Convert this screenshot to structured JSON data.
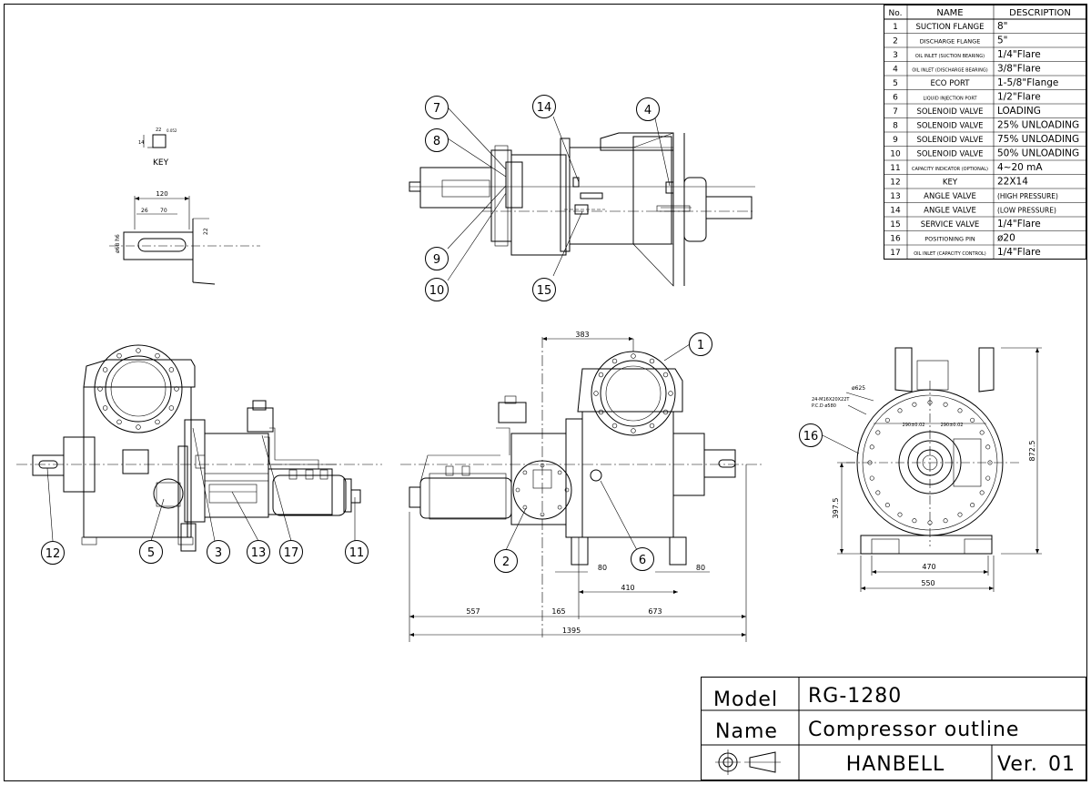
{
  "parts_table": {
    "headers": [
      "No.",
      "NAME",
      "DESCRIPTION"
    ],
    "rows": [
      {
        "no": "1",
        "name": "SUCTION FLANGE",
        "desc": "8\""
      },
      {
        "no": "2",
        "name": "DISCHARGE FLANGE",
        "desc": "5\""
      },
      {
        "no": "3",
        "name": "OIL INLET (SUCTION BEARING)",
        "desc": "1/4\"Flare"
      },
      {
        "no": "4",
        "name": "OIL INLET (DISCHARGE BEARING)",
        "desc": "3/8\"Flare"
      },
      {
        "no": "5",
        "name": "ECO PORT",
        "desc": "1-5/8\"Flange"
      },
      {
        "no": "6",
        "name": "LIQUID INJECTION PORT",
        "desc": "1/2\"Flare"
      },
      {
        "no": "7",
        "name": "SOLENOID VALVE",
        "desc": "LOADING"
      },
      {
        "no": "8",
        "name": "SOLENOID VALVE",
        "desc": "25% UNLOADING"
      },
      {
        "no": "9",
        "name": "SOLENOID VALVE",
        "desc": "75% UNLOADING"
      },
      {
        "no": "10",
        "name": "SOLENOID VALVE",
        "desc": "50% UNLOADING"
      },
      {
        "no": "11",
        "name": "CAPACITY INDICATOR (OPTIONAL)",
        "desc": "4~20 mA"
      },
      {
        "no": "12",
        "name": "KEY",
        "desc": "22X14"
      },
      {
        "no": "13",
        "name": "ANGLE VALVE",
        "desc": "(HIGH PRESSURE)"
      },
      {
        "no": "14",
        "name": "ANGLE VALVE",
        "desc": "(LOW PRESSURE)"
      },
      {
        "no": "15",
        "name": "SERVICE VALVE",
        "desc": "1/4\"Flare"
      },
      {
        "no": "16",
        "name": "POSITIONING PIN",
        "desc": "ø20"
      },
      {
        "no": "17",
        "name": "OIL INLET (CAPACITY CONTROL)",
        "desc": "1/4\"Flare"
      }
    ]
  },
  "key_detail": {
    "label": "KEY",
    "dims": {
      "width": "120",
      "a": "26",
      "b": "70",
      "c": "22",
      "dia": "ø68 h6",
      "small": "22"
    }
  },
  "front_view": {
    "balloons": [
      "12",
      "5",
      "3",
      "13",
      "17",
      "11"
    ]
  },
  "top_view": {
    "balloons": [
      "7",
      "8",
      "9",
      "10",
      "14",
      "4",
      "15"
    ]
  },
  "side_view": {
    "balloons": [
      "1",
      "2",
      "6"
    ],
    "dims": {
      "d383": "383",
      "d557": "557",
      "d165": "165",
      "d673": "673",
      "d1395": "1395",
      "d80a": "80",
      "d80b": "80",
      "d410": "410"
    }
  },
  "end_view": {
    "balloons": [
      "16"
    ],
    "dims": {
      "d470": "470",
      "d550": "550",
      "d872": "872.5",
      "d397": "397.5"
    },
    "notes": [
      "ø625",
      "24-M16X20X22T",
      "P.C.D ø580",
      "290±0.02",
      "290±0.02"
    ]
  },
  "title_block": {
    "model_label": "Model",
    "model_value": "RG-1280",
    "name_label": "Name",
    "name_value": "Compressor outline",
    "company": "HANBELL",
    "version_label": "Ver.",
    "version_value": "01"
  }
}
